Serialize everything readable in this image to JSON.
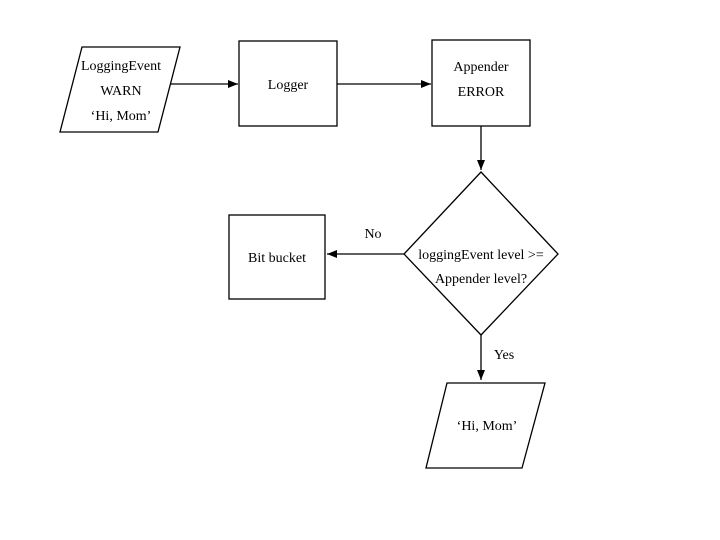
{
  "diagram": {
    "type": "flowchart",
    "title": "logging event appender filtering flow",
    "background_color": "#ffffff",
    "stroke_color": "#000000",
    "text_color": "#000000",
    "nodes": {
      "logging_event": {
        "shape": "parallelogram",
        "lines": [
          "LoggingEvent",
          "WARN",
          "‘Hi, Mom’"
        ]
      },
      "logger": {
        "shape": "rectangle",
        "lines": [
          "Logger"
        ]
      },
      "appender": {
        "shape": "rectangle",
        "lines": [
          "Appender",
          "ERROR"
        ]
      },
      "level_check": {
        "shape": "diamond",
        "lines": [
          "loggingEvent level >=",
          "Appender level?"
        ]
      },
      "bit_bucket": {
        "shape": "rectangle",
        "lines": [
          "Bit bucket"
        ]
      },
      "output_message": {
        "shape": "parallelogram",
        "lines": [
          "‘Hi, Mom’"
        ]
      }
    },
    "edge_labels": {
      "no": "No",
      "yes": "Yes"
    }
  }
}
